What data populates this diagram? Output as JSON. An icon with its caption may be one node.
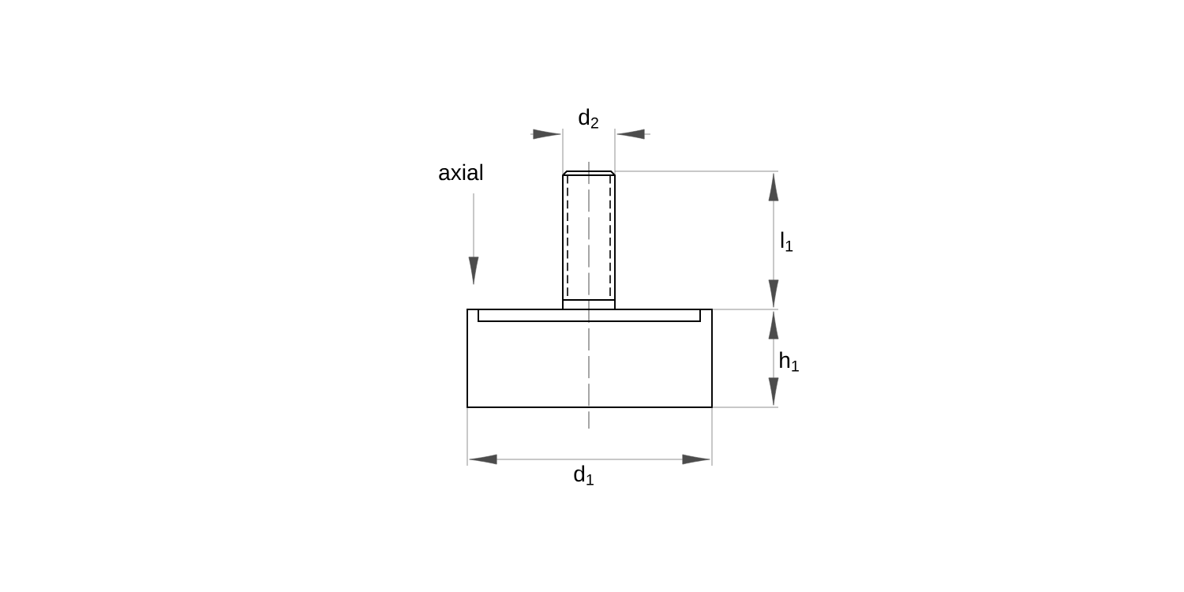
{
  "diagram": {
    "labels": [
      "d$_{2}$",
      "axial",
      "l$_{1}$",
      "h$_{1}$",
      "d$_{1}$"
    ]
  }
}
